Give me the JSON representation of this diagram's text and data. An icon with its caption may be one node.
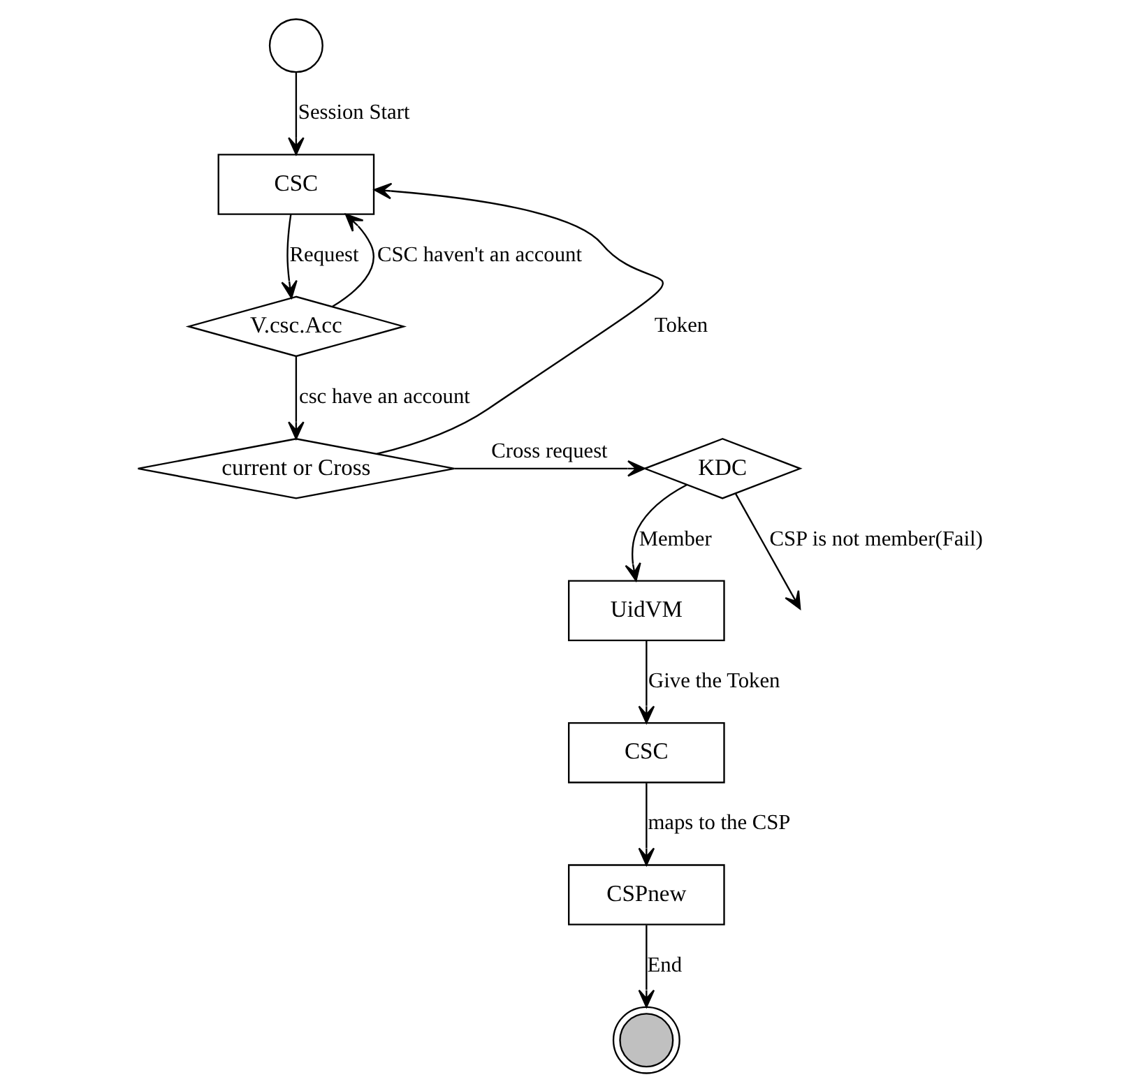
{
  "diagram": {
    "nodes": [
      {
        "text": [],
        "shape": "circle"
      },
      {
        "text": [
          "CSC"
        ]
      },
      {
        "text": [
          "V.csc.Acc"
        ]
      },
      {
        "text": [
          "current or Cross"
        ]
      },
      {
        "text": [
          "KDC"
        ]
      },
      {
        "text": [
          "UidVM"
        ]
      },
      {
        "text": [
          "CSC"
        ]
      },
      {
        "text": [
          "CSPnew"
        ]
      },
      {
        "text": [],
        "shape": "circle"
      }
    ],
    "edges": [
      {
        "from": 0,
        "to": 1,
        "arrow": "to",
        "label": "Session Start"
      },
      {
        "from": 1,
        "to": 2,
        "arrow": "to",
        "label": "Request"
      },
      {
        "from": 2,
        "to": 1,
        "arrow": "to",
        "label": "CSC haven't an account"
      },
      {
        "from": 2,
        "to": 3,
        "arrow": "to",
        "label": "csc have an account"
      },
      {
        "from": 3,
        "to": 1,
        "arrow": "to",
        "label": "Token"
      },
      {
        "from": 3,
        "to": 4,
        "arrow": "to",
        "label": "Cross request"
      },
      {
        "from": 4,
        "to": null,
        "arrow": "to",
        "label": "CSP is not member(Fail)"
      },
      {
        "from": 4,
        "to": 5,
        "arrow": "to",
        "label": "Member"
      },
      {
        "from": 5,
        "to": 6,
        "arrow": "to",
        "label": "Give the Token"
      },
      {
        "from": 6,
        "to": 7,
        "arrow": "to",
        "label": "maps to the CSP"
      },
      {
        "from": 7,
        "to": 8,
        "arrow": "to",
        "label": "End"
      }
    ]
  }
}
